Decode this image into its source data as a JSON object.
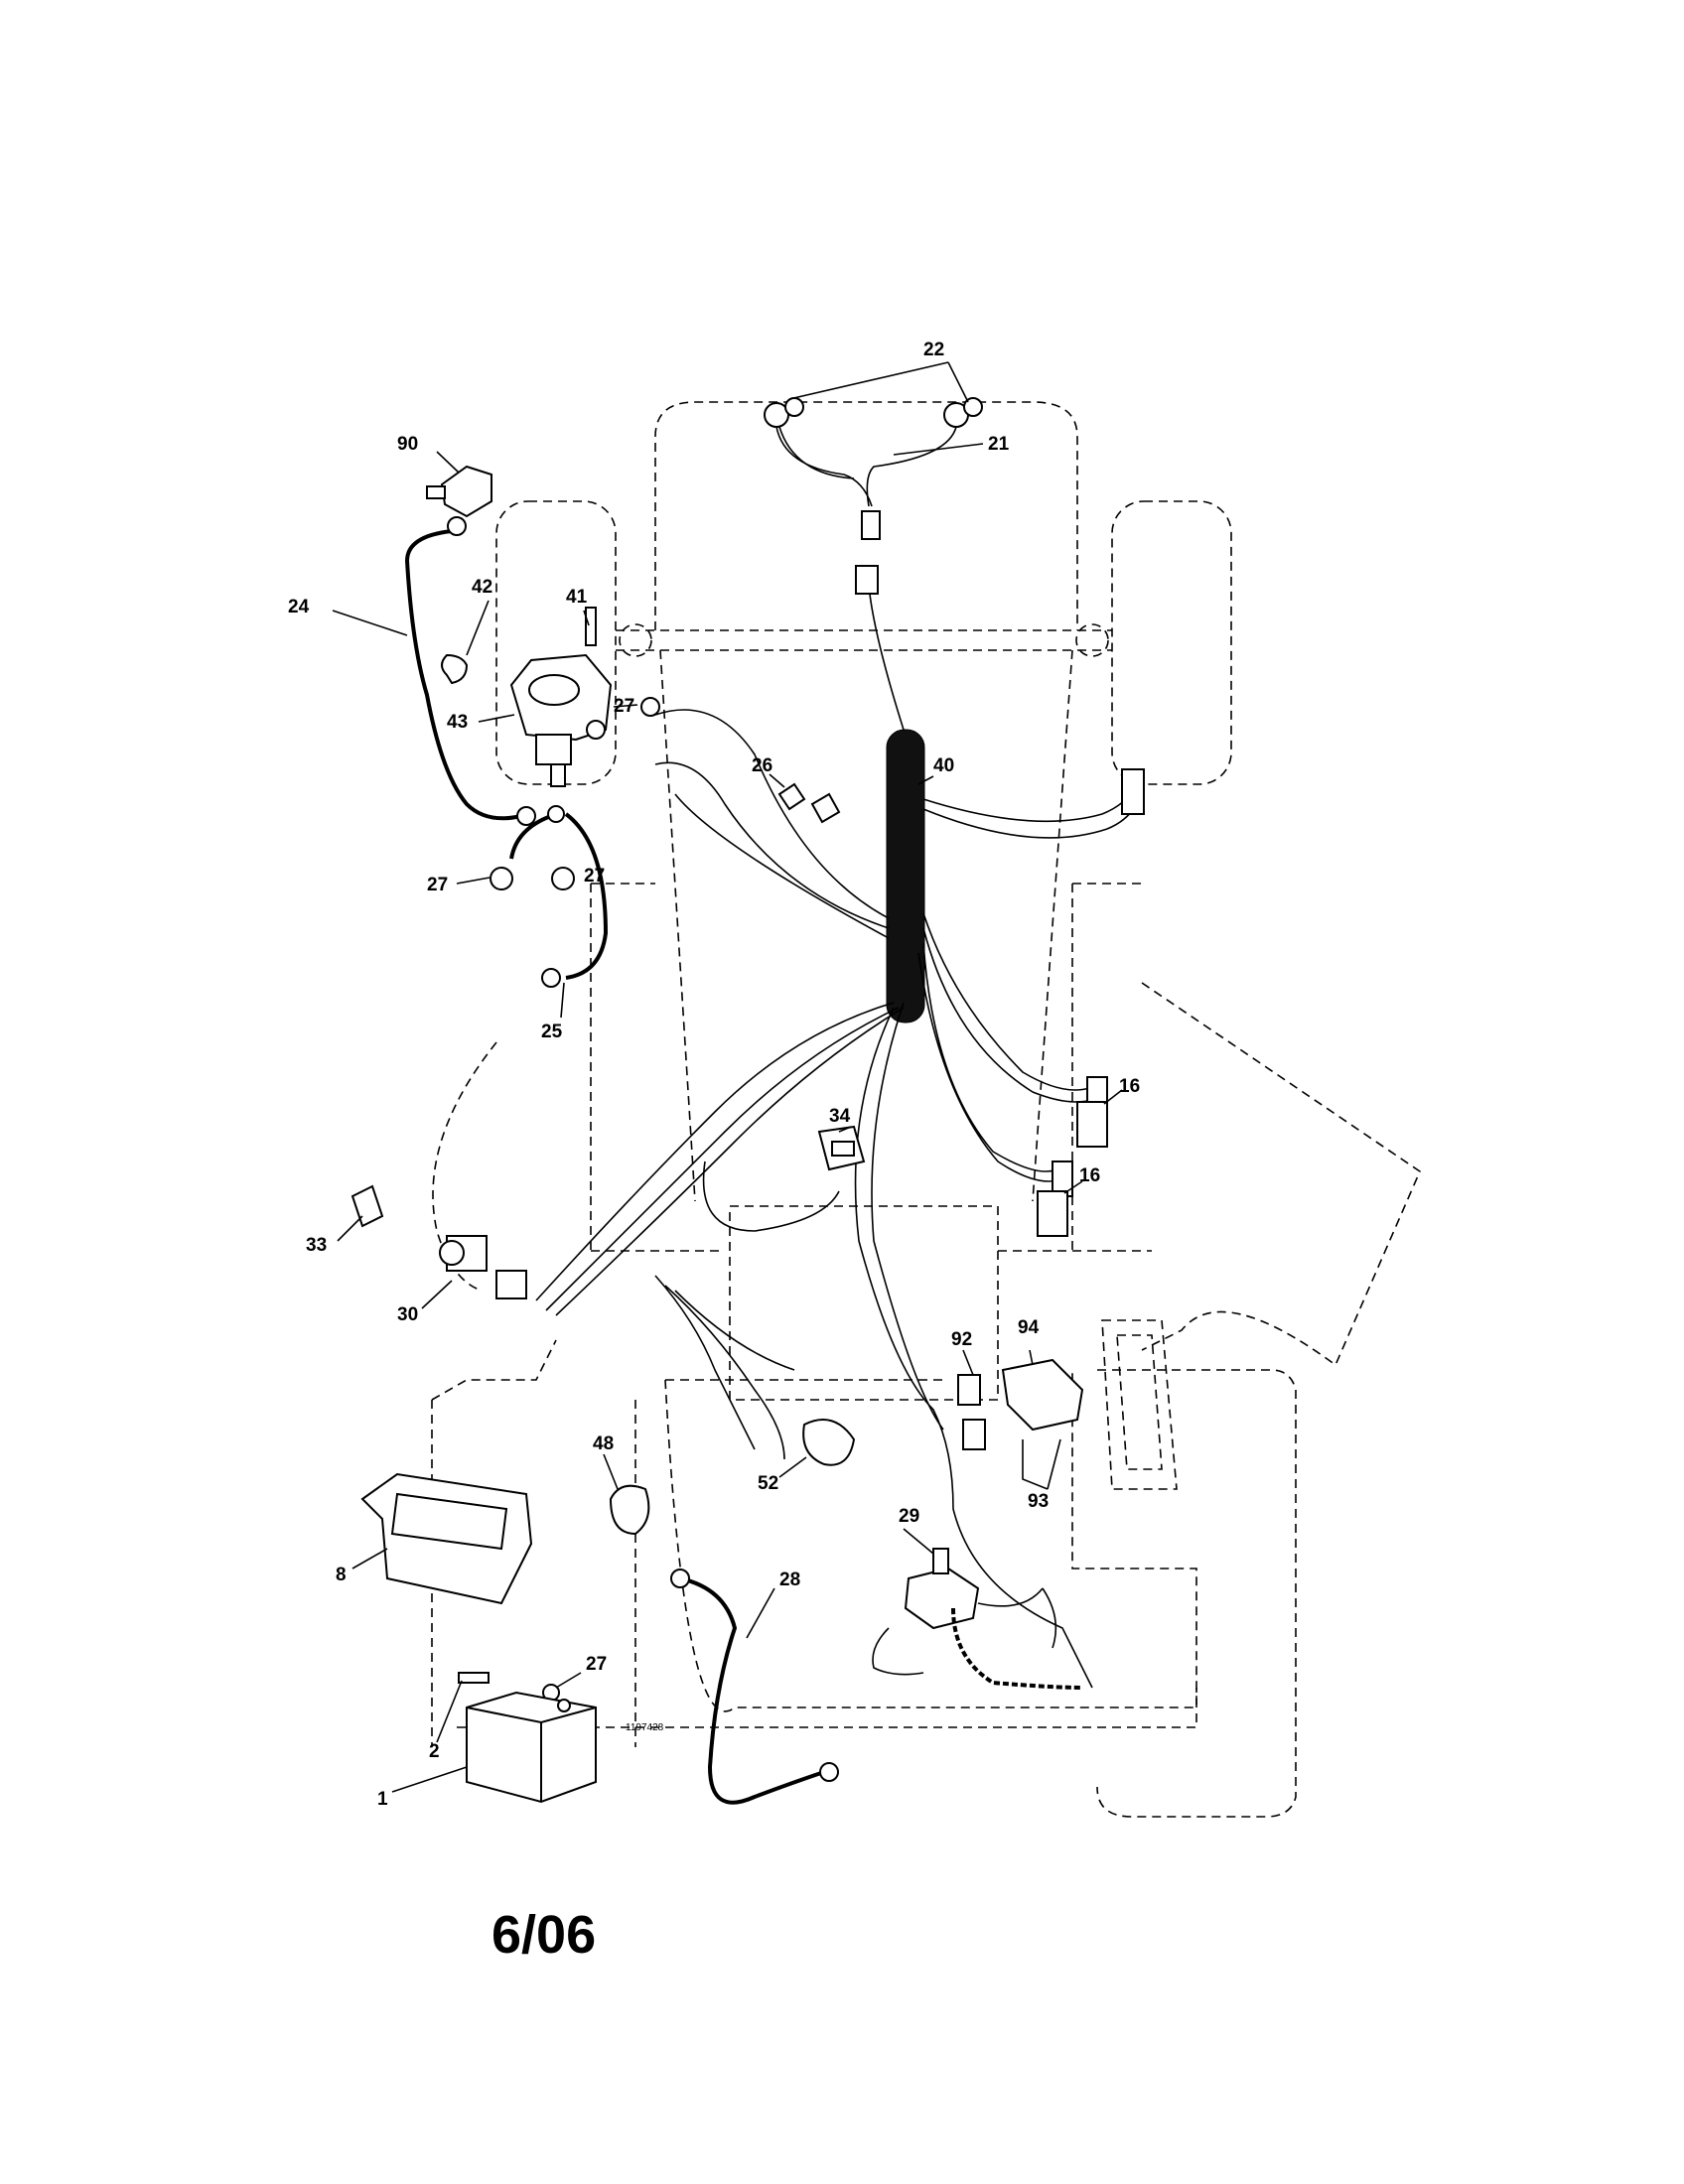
{
  "diagram": {
    "callouts": [
      "22",
      "21",
      "90",
      "24",
      "42",
      "41",
      "43",
      "27",
      "26",
      "40",
      "27",
      "27",
      "25",
      "16",
      "34",
      "16",
      "33",
      "30",
      "92",
      "94",
      "93",
      "48",
      "52",
      "8",
      "29",
      "28",
      "27",
      "2",
      "1"
    ],
    "drawing_code": "1197428",
    "footer": "6/06"
  }
}
